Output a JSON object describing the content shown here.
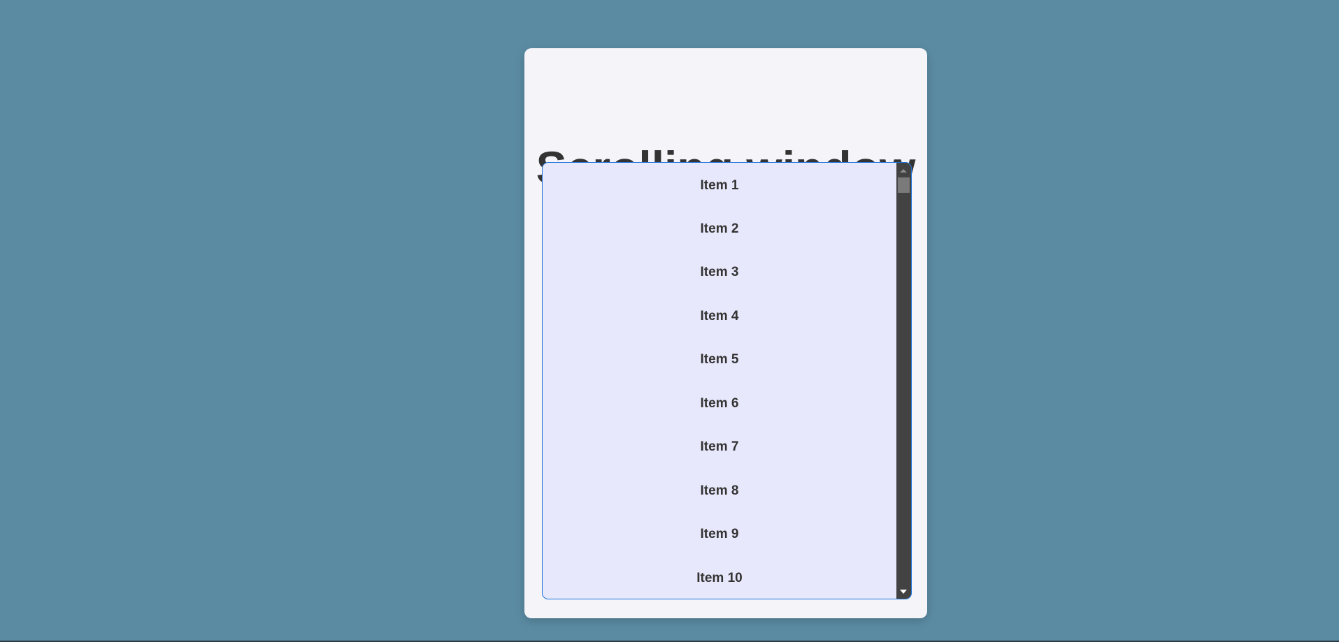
{
  "title": "Scrolling window",
  "colors": {
    "background": "#5b8ba3",
    "card": "#f5f5f9",
    "list_background": "#e8e8fc",
    "list_border": "#1a73d9",
    "text": "#333333",
    "scrollbar": "#424242"
  },
  "list": {
    "items": [
      {
        "label": "Item 1"
      },
      {
        "label": "Item 2"
      },
      {
        "label": "Item 3"
      },
      {
        "label": "Item 4"
      },
      {
        "label": "Item 5"
      },
      {
        "label": "Item 6"
      },
      {
        "label": "Item 7"
      },
      {
        "label": "Item 8"
      },
      {
        "label": "Item 9"
      },
      {
        "label": "Item 10"
      }
    ],
    "scroll_position": 0
  },
  "icons": {
    "scroll_up": "triangle-up-icon",
    "scroll_down": "triangle-down-icon"
  }
}
